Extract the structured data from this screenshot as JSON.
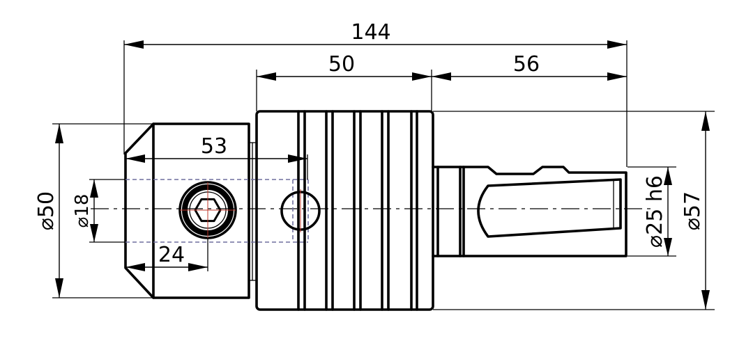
{
  "drawing": {
    "dimensions": {
      "overall_length": "144",
      "body_length": "50",
      "shank_length": "56",
      "inner_length": "53",
      "screw_offset": "24",
      "body_diameter": "⌀50",
      "bore_diameter": "⌀18",
      "shank_diameter": "⌀25 h6",
      "flange_diameter": "⌀57"
    }
  }
}
